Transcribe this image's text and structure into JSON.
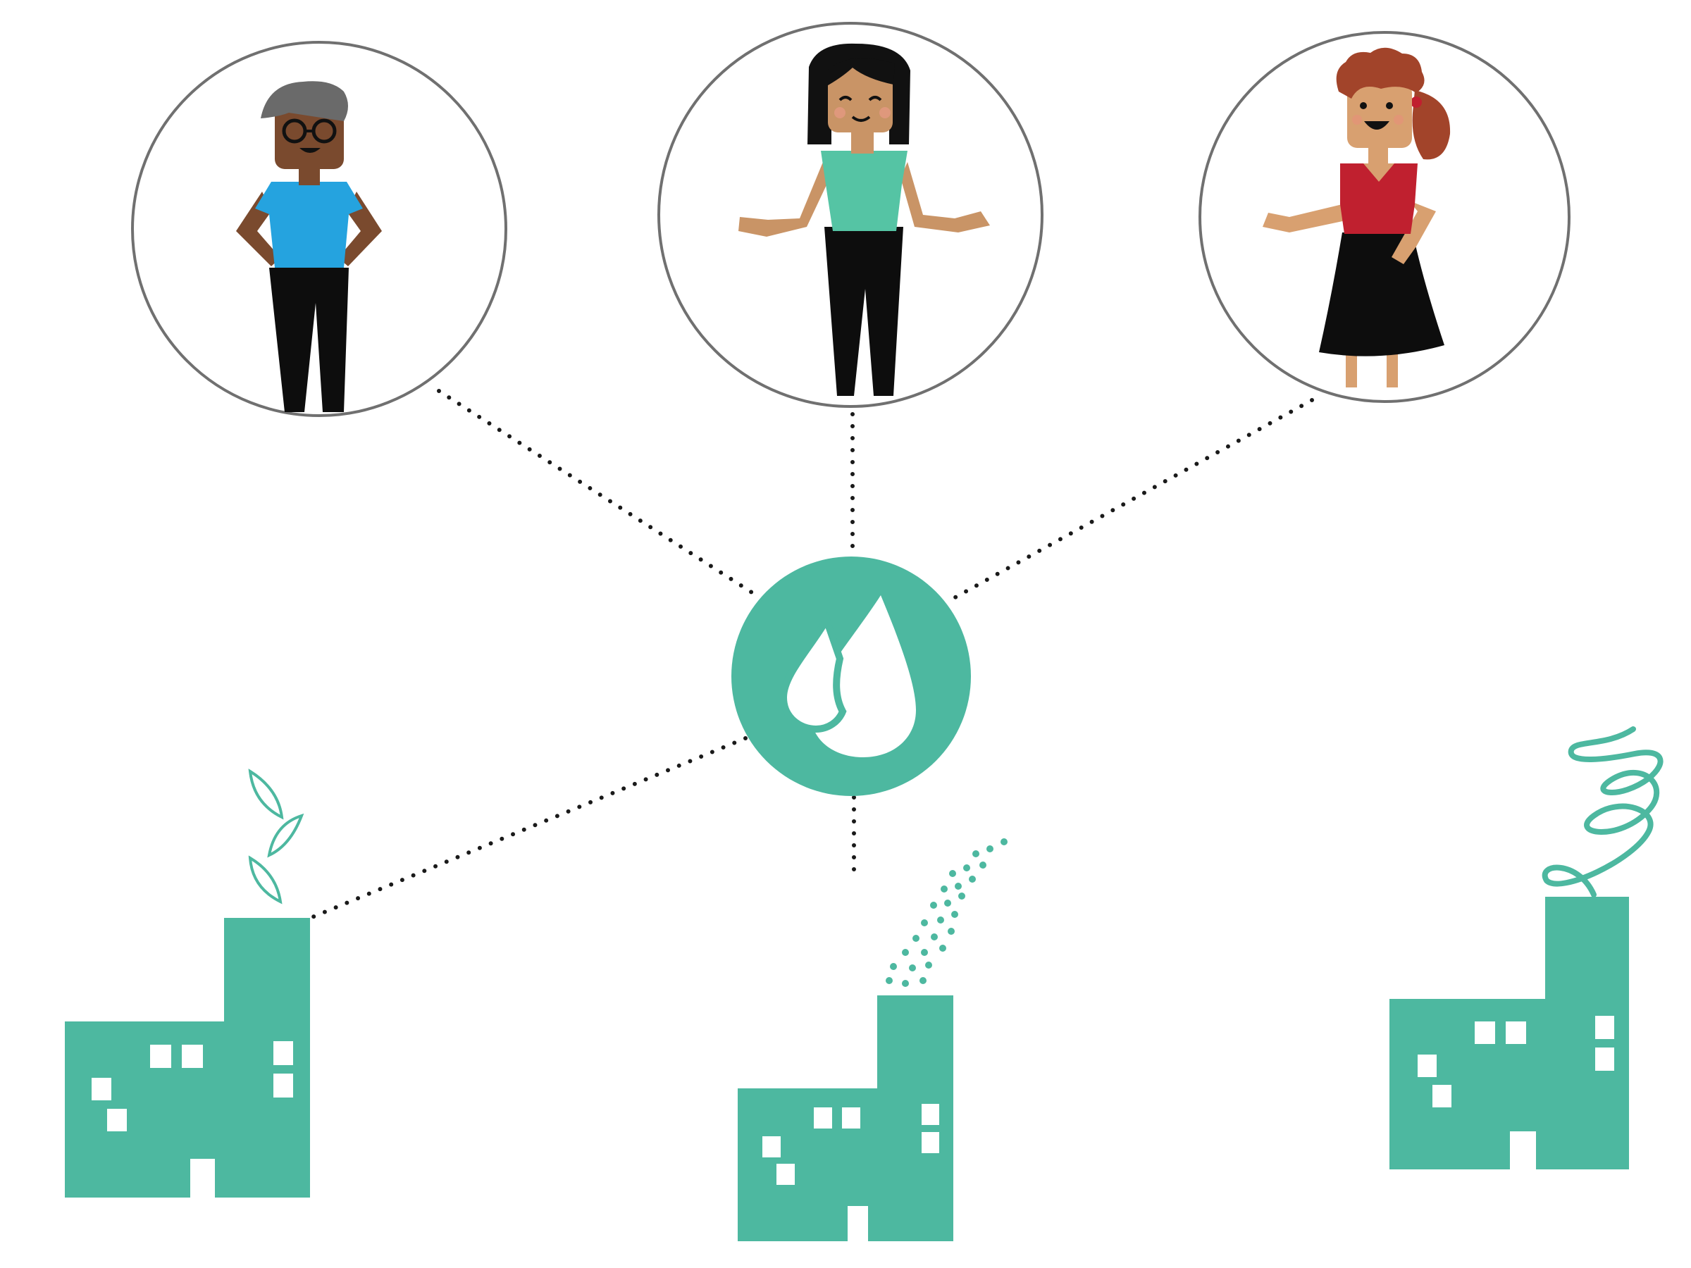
{
  "colors": {
    "teal": "#4DB8A0",
    "outline": "#707070",
    "dots": "#1a1a1a",
    "background": "#ffffff",
    "skin_dark": "#7A4A2E",
    "skin_medium": "#C99466",
    "skin_light": "#D8A070",
    "shirt_blue": "#25A3DF",
    "top_teal": "#55C4A4",
    "dress_red": "#C0202F",
    "hair_gray": "#6A6A6A",
    "hair_black": "#111111",
    "hair_auburn": "#A2442A",
    "black": "#0d0d0d"
  },
  "people": [
    {
      "name": "person-older-man-glasses",
      "icon": "person-with-glasses-icon",
      "shirt": "blue-shirt"
    },
    {
      "name": "person-woman-dark-hair",
      "icon": "person-arms-open-icon",
      "shirt": "teal-top"
    },
    {
      "name": "person-woman-curly-hair",
      "icon": "person-red-dress-icon",
      "shirt": "red-dress"
    }
  ],
  "hub": {
    "icon": "water-drops-icon"
  },
  "factories": [
    {
      "name": "factory-left",
      "emission": "leaves-emission-icon"
    },
    {
      "name": "factory-middle",
      "emission": "dots-emission-icon"
    },
    {
      "name": "factory-right",
      "emission": "swirl-emission-icon"
    }
  ]
}
